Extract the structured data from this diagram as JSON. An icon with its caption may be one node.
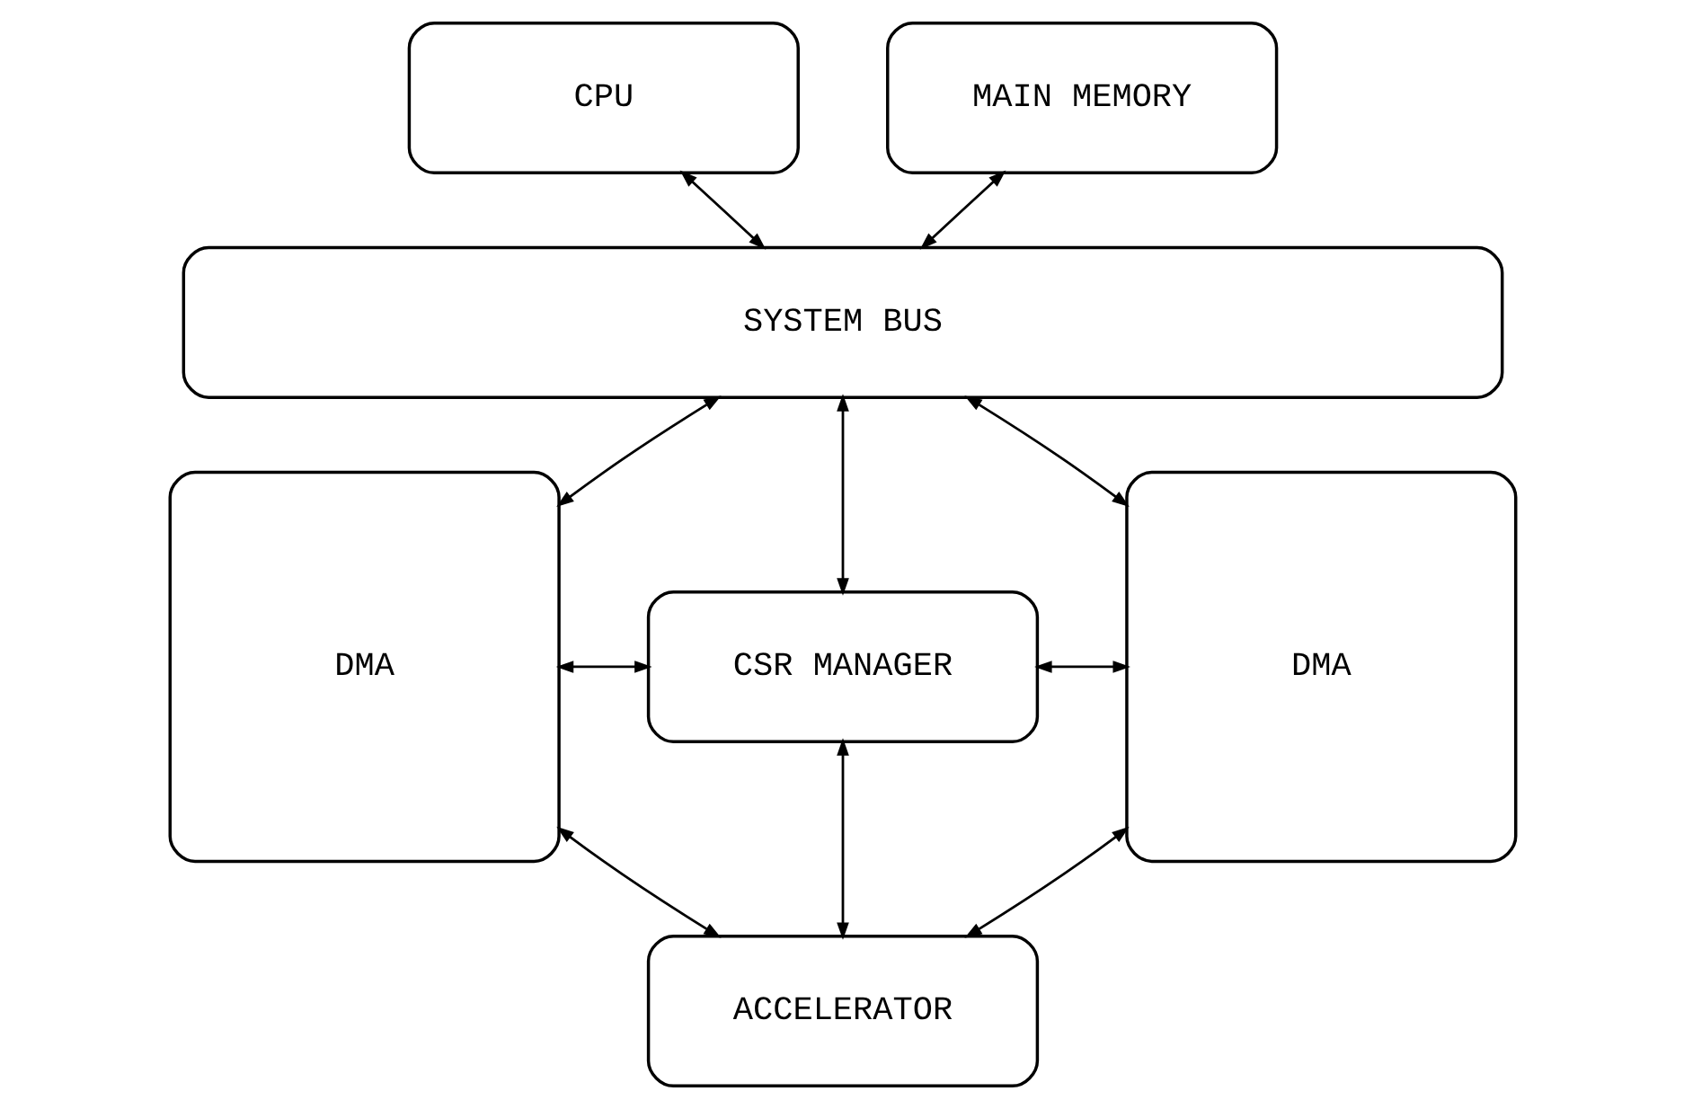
{
  "diagram": {
    "nodes": [
      {
        "text": [
          "CPU"
        ]
      },
      {
        "text": [
          "MAIN MEMORY"
        ]
      },
      {
        "text": [
          "SYSTEM BUS"
        ]
      },
      {
        "text": [
          "DMA"
        ]
      },
      {
        "text": [
          "CSR MANAGER"
        ]
      },
      {
        "text": [
          "DMA"
        ]
      },
      {
        "text": [
          "ACCELERATOR"
        ]
      }
    ],
    "edges": [
      {
        "from": 0,
        "to": 2,
        "arrow": "both"
      },
      {
        "from": 1,
        "to": 2,
        "arrow": "both"
      },
      {
        "from": 2,
        "to": 3,
        "arrow": "both"
      },
      {
        "from": 2,
        "to": 4,
        "arrow": "both"
      },
      {
        "from": 2,
        "to": 5,
        "arrow": "both"
      },
      {
        "from": 3,
        "to": 4,
        "arrow": "both"
      },
      {
        "from": 4,
        "to": 5,
        "arrow": "both"
      },
      {
        "from": 4,
        "to": 6,
        "arrow": "both"
      },
      {
        "from": 3,
        "to": 6,
        "arrow": "both"
      },
      {
        "from": 6,
        "to": 5,
        "arrow": "both"
      }
    ]
  }
}
